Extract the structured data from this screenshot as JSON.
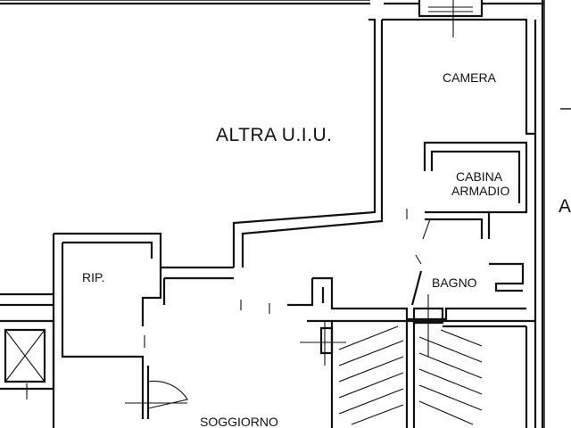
{
  "rooms": {
    "altra_uiu": "ALTRA U.I.U.",
    "camera": "CAMERA",
    "cabina_line1": "CABINA",
    "cabina_line2": "ARMADIO",
    "bagno": "BAGNO",
    "rip": "RIP.",
    "soggiorno": "SOGGIORNO"
  },
  "edge_marks": {
    "right_letter": "A"
  }
}
